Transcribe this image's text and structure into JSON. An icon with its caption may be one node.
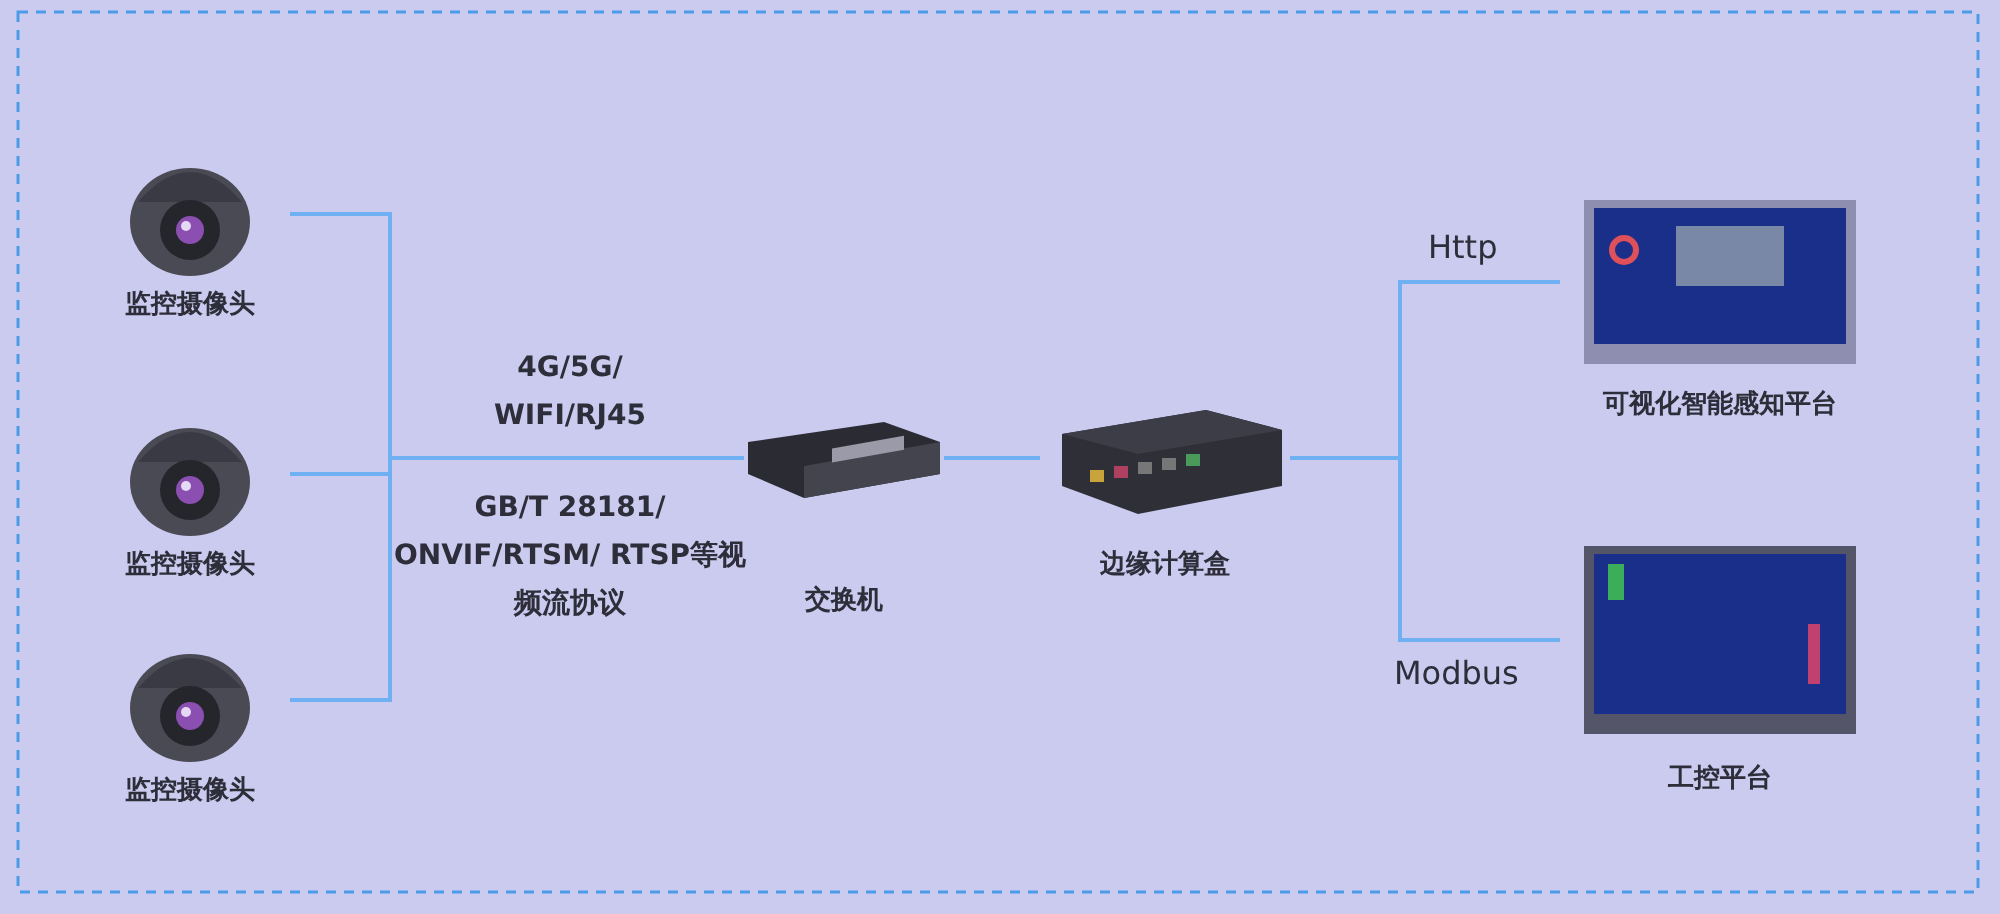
{
  "diagram": {
    "nodes": [
      {
        "text": [
          "监控摄像头"
        ]
      },
      {
        "text": [
          "监控摄像头"
        ]
      },
      {
        "text": [
          "监控摄像头"
        ]
      },
      {
        "text": [
          "交换机"
        ]
      },
      {
        "text": [
          "边缘计算盒"
        ]
      },
      {
        "text": [
          "可视化智能感知平台"
        ]
      },
      {
        "text": [
          "工控平台"
        ]
      }
    ],
    "edges": [
      {
        "from": 0,
        "to": 3,
        "arrow": "none"
      },
      {
        "from": 1,
        "to": 3,
        "arrow": "none"
      },
      {
        "from": 2,
        "to": 3,
        "arrow": "none"
      },
      {
        "from": 3,
        "to": 4,
        "arrow": "none"
      },
      {
        "from": 4,
        "to": 5,
        "arrow": "none",
        "label": "Http"
      },
      {
        "from": 4,
        "to": 6,
        "arrow": "none",
        "label": "Modbus"
      }
    ],
    "labels": [
      "4G/5G/ WIFI/RJ45",
      "GB/T 28181/ ONVIF/RTSM/ RTSP等视频流协议"
    ]
  }
}
